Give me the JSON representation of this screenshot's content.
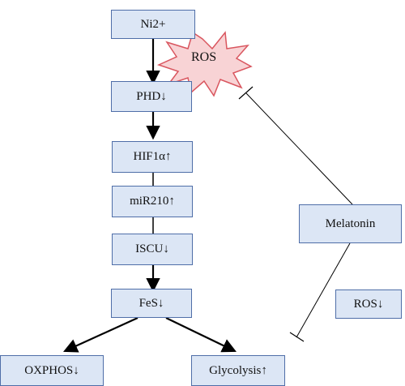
{
  "nodes": {
    "ni": "Ni2+",
    "phd": "PHD↓",
    "hif": "HIF1α↑",
    "mir": "miR210↑",
    "iscu": "ISCU↓",
    "fes": "FeS↓",
    "oxphos": "OXPHOS↓",
    "glycolysis": "Glycolysis↑",
    "melatonin": "Melatonin",
    "ros_down": "ROS↓"
  },
  "burst": {
    "label": "ROS"
  },
  "colors": {
    "node_fill": "#dce6f5",
    "node_border": "#4f6ea8",
    "burst_fill": "#f8d3d5",
    "burst_stroke": "#d9565f"
  }
}
